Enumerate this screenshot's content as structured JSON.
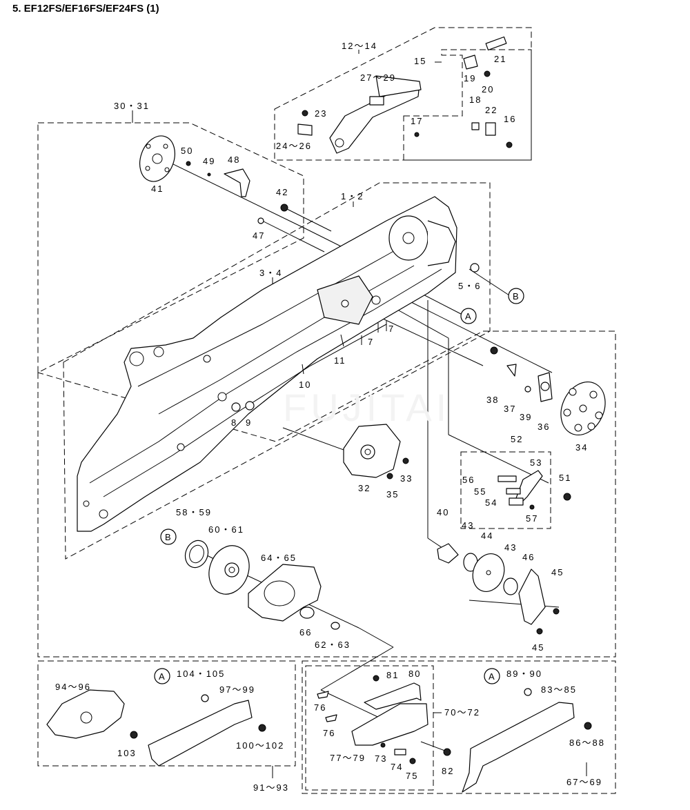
{
  "title": "5.  EF12FS/EF16FS/EF24FS (1)",
  "colors": {
    "ink": "#000000",
    "paper": "#ffffff"
  },
  "labels": {
    "l12_14": "12～14",
    "l15": "15",
    "l21": "21",
    "l19": "19",
    "l20": "20",
    "l27_29": "27～29",
    "l18": "18",
    "l22": "22",
    "l16": "16",
    "l17": "17",
    "l23": "23",
    "l24_26": "24～26",
    "l30_31": "30・31",
    "l50": "50",
    "l49": "49",
    "l48": "48",
    "l41": "41",
    "l42": "42",
    "l47": "47",
    "l1_2": "1・2",
    "l3_4": "3・4",
    "l5_6": "5・6",
    "lB1": "B",
    "lA1": "A",
    "l7a": "7",
    "l7b": "7",
    "l11": "11",
    "l10": "10",
    "l8": "8",
    "l9": "9",
    "l38": "38",
    "l37": "37",
    "l39": "39",
    "l36": "36",
    "l34": "34",
    "l52": "52",
    "l53": "53",
    "l56": "56",
    "l55": "55",
    "l54": "54",
    "l51": "51",
    "l57": "57",
    "l33": "33",
    "l32": "32",
    "l35": "35",
    "l58_59": "58・59",
    "l60_61": "60・61",
    "lB2": "B",
    "l64_65": "64・65",
    "l66": "66",
    "l62_63": "62・63",
    "l40": "40",
    "l43a": "43",
    "l44": "44",
    "l43b": "43",
    "l46": "46",
    "l45a": "45",
    "l45b": "45",
    "l94_96": "94～96",
    "lA2": "A",
    "l104_105": "104・105",
    "l97_99": "97～99",
    "l103": "103",
    "l100_102": "100～102",
    "l91_93": "91～93",
    "l81": "81",
    "l80": "80",
    "l76a": "76",
    "l76b": "76",
    "l70_72": "70～72",
    "l77_79": "77～79",
    "l73": "73",
    "l74": "74",
    "l75": "75",
    "l82": "82",
    "lA3": "A",
    "l89_90": "89・90",
    "l83_85": "83～85",
    "l86_88": "86～88",
    "l67_69": "67～69",
    "watermark": "FUJITAI"
  }
}
